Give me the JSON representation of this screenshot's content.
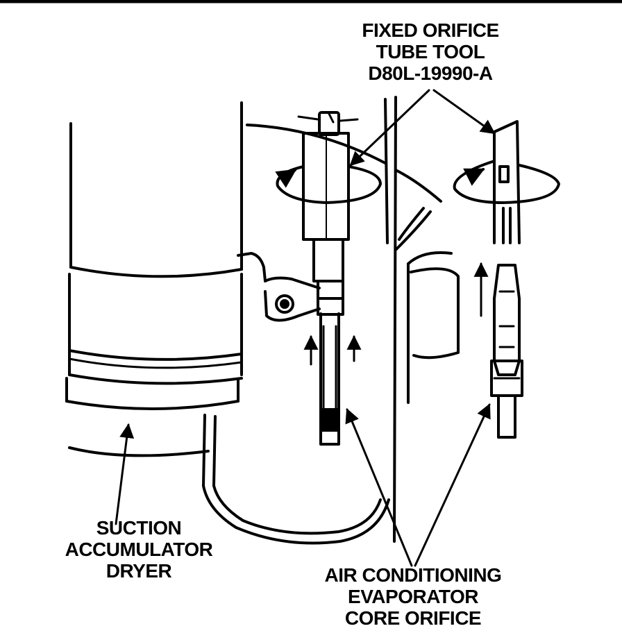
{
  "labels": {
    "tool": [
      "FIXED ORIFICE",
      "TUBE TOOL",
      "D80L-19990-A"
    ],
    "accumulator": [
      "SUCTION",
      "ACCUMULATOR",
      "DRYER"
    ],
    "orifice": [
      "AIR CONDITIONING",
      "EVAPORATOR",
      "CORE ORIFICE"
    ]
  }
}
